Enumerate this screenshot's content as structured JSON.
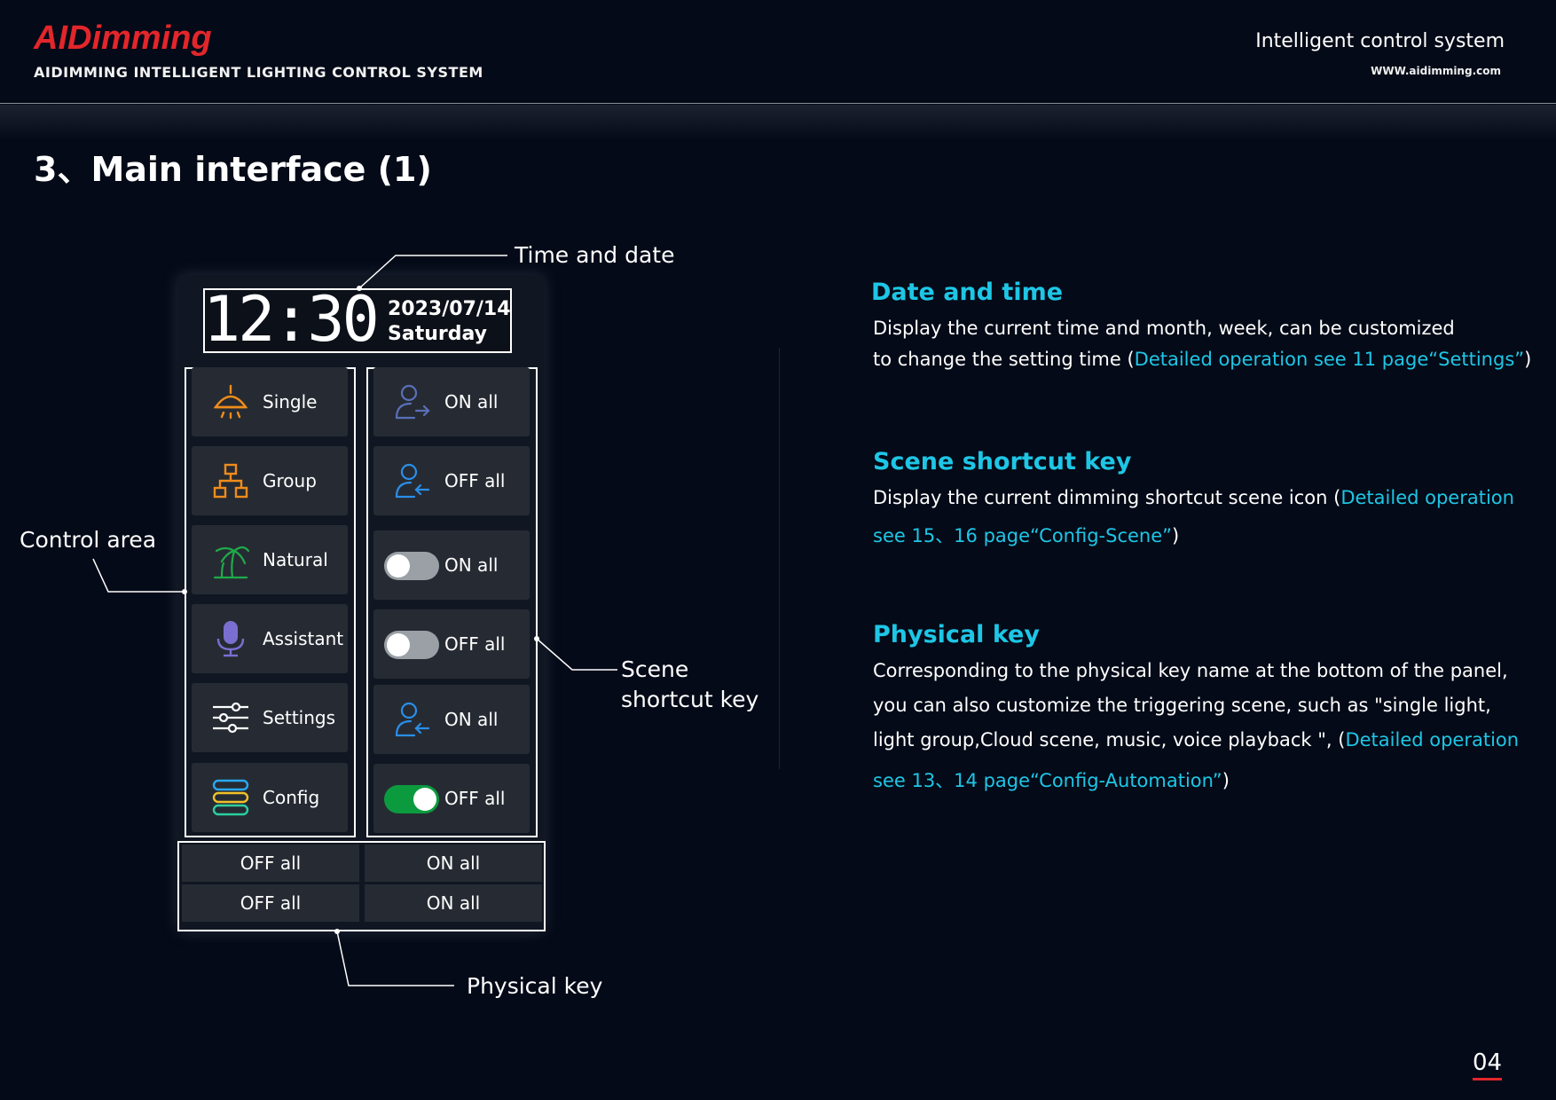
{
  "header": {
    "logo": "AIDimming",
    "brand_subtitle": "AIDIMMING INTELLIGENT LIGHTING CONTROL SYSTEM",
    "right_title": "Intelligent control system",
    "right_url": "WWW.aidimming.com"
  },
  "page_title": "3、Main interface (1)",
  "annotations": {
    "time_and_date": "Time and date",
    "control_area": "Control area",
    "scene_shortcut_line1": "Scene",
    "scene_shortcut_line2": "shortcut key",
    "physical_key": "Physical key"
  },
  "device": {
    "time": "12:30",
    "date": "2023/07/14",
    "day": "Saturday",
    "control_tiles": [
      {
        "label": "Single",
        "icon": "ceiling-lamp-icon"
      },
      {
        "label": "Group",
        "icon": "network-group-icon"
      },
      {
        "label": "Natural",
        "icon": "palm-tree-icon"
      },
      {
        "label": "Assistant",
        "icon": "microphone-icon"
      },
      {
        "label": "Settings",
        "icon": "sliders-icon"
      },
      {
        "label": "Config",
        "icon": "server-stack-icon"
      }
    ],
    "scene_tiles": [
      {
        "label": "ON all",
        "icon": "user-arrow-out-icon"
      },
      {
        "label": "OFF all",
        "icon": "user-arrow-in-icon"
      },
      {
        "label": "ON all",
        "icon": "toggle-off",
        "toggle": "off"
      },
      {
        "label": "OFF all",
        "icon": "toggle-off",
        "toggle": "off"
      },
      {
        "label": "ON all",
        "icon": "user-arrow-in-icon"
      },
      {
        "label": "OFF all",
        "icon": "toggle-on",
        "toggle": "on"
      }
    ],
    "physical_keys": [
      "OFF all",
      "ON all",
      "OFF all",
      "ON all"
    ]
  },
  "sections": {
    "date_time": {
      "title": "Date and time",
      "line1": "Display the current time and month, week, can be customized",
      "line2_prefix": "to change the setting time (",
      "line2_link": "Detailed operation see 11 page“Settings”",
      "line2_suffix": ")"
    },
    "scene_shortcut": {
      "title": "Scene shortcut key",
      "line1_prefix": "Display the current dimming shortcut scene icon (",
      "line1_link": "Detailed operation",
      "line2_link": "see 15、16 page“Config-Scene”",
      "line2_suffix": ")"
    },
    "physical_key": {
      "title": "Physical key",
      "line1": "Corresponding to the physical key name at the bottom of the panel,",
      "line2": "you can also customize the triggering scene, such as \"single light,",
      "line3_prefix": "light group,Cloud scene, music, voice playback \", (",
      "line3_link": "Detailed operation",
      "line4_link": "see 13、14 page“Config-Automation”",
      "line4_suffix": ")"
    }
  },
  "page_number": "04",
  "colors": {
    "background": "#040a17",
    "accent_cyan": "#1ec6e6",
    "brand_red": "#e3262b",
    "tile": "#262b33",
    "toggle_on": "#0c9a3e"
  }
}
